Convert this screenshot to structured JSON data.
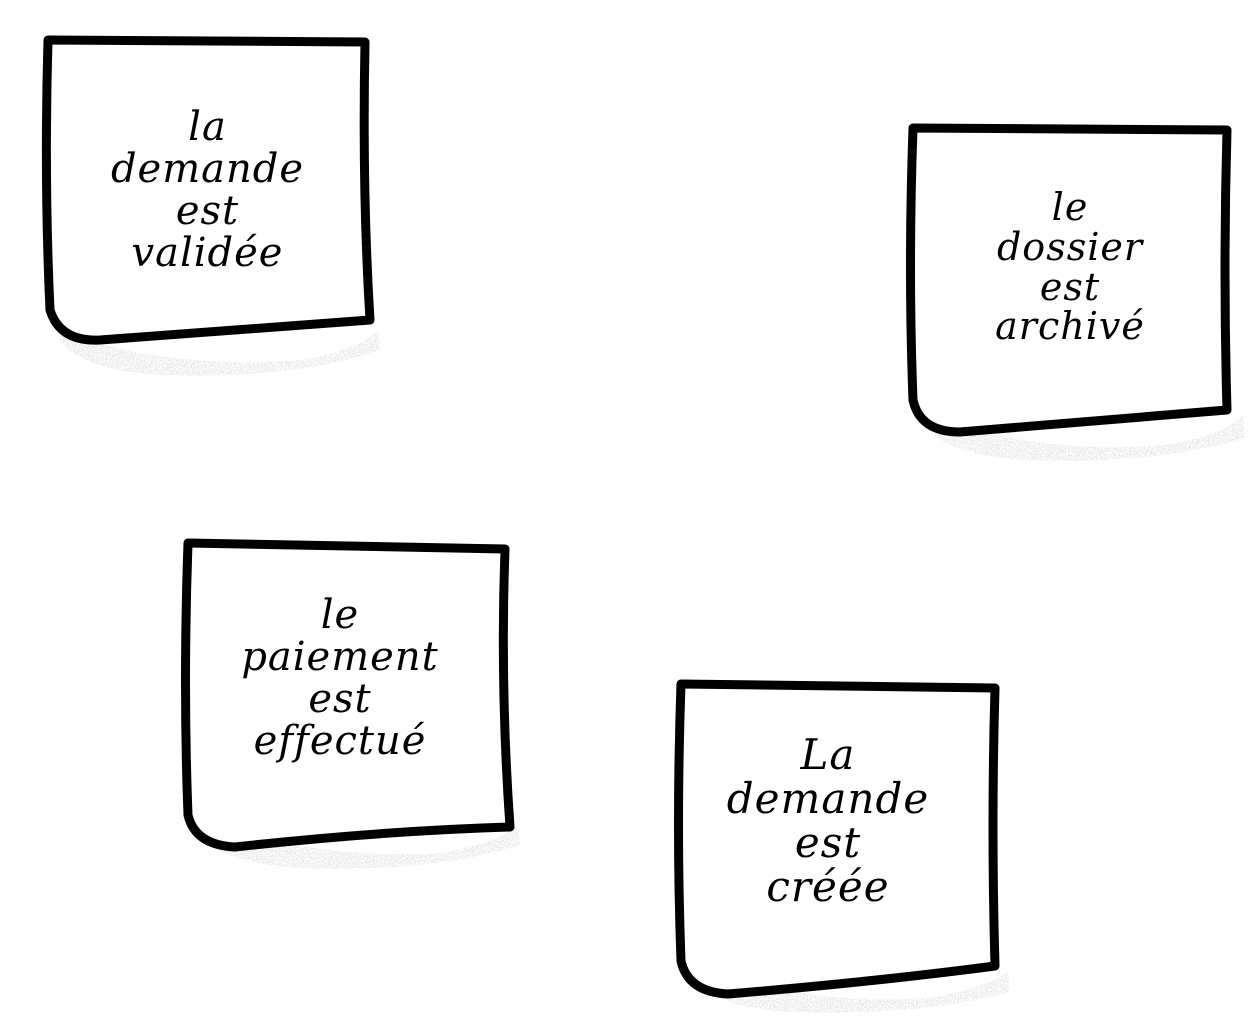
{
  "board": {
    "notes": [
      {
        "id": "note-1",
        "lines": [
          "la",
          "demande",
          "est",
          "validée"
        ]
      },
      {
        "id": "note-2",
        "lines": [
          "le",
          "dossier",
          "est",
          "archivé"
        ]
      },
      {
        "id": "note-3",
        "lines": [
          "le",
          "paiement",
          "est",
          "effectué"
        ]
      },
      {
        "id": "note-4",
        "lines": [
          "La",
          "demande",
          "est",
          "créée"
        ]
      }
    ]
  },
  "colors": {
    "ink": "#000000",
    "paper": "#ffffff",
    "shadow": "#9a9a9a"
  }
}
